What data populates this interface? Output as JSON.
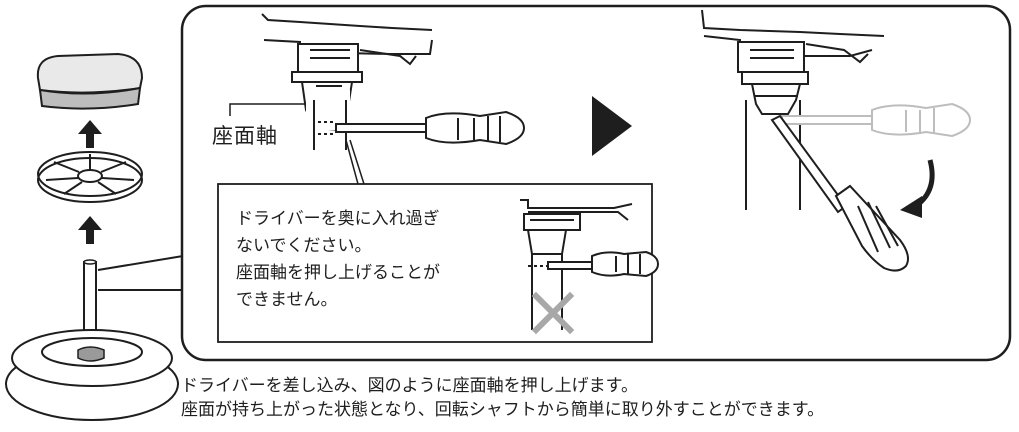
{
  "labels": {
    "seat_shaft": "座面軸"
  },
  "warning": {
    "lines": [
      "ドライバーを奥に入れ過ぎ",
      "ないでください。",
      "座面軸を押し上げることが",
      "できません。"
    ]
  },
  "caption": {
    "lines": [
      "ドライバーを差し込み、図のように座面軸を押し上げます。",
      "座面が持ち上がった状態となり、回転シャフトから簡単に取り外すことができます。"
    ]
  }
}
